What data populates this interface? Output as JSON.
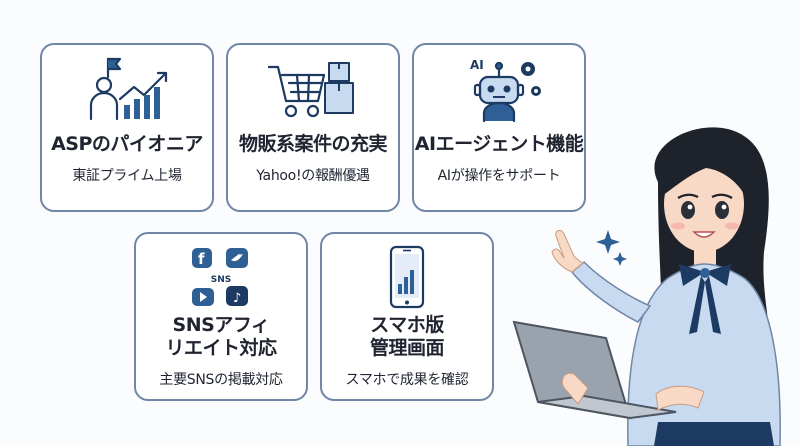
{
  "colors": {
    "border": "#6f86a6",
    "navy": "#1c3a62",
    "accent": "#2e5f95",
    "shirt": "#c8daf0",
    "laptop": "#9aa3ad"
  },
  "cards": [
    {
      "title": "ASPのパイオニア",
      "sub": "東証プライム上場",
      "icon": "growth-chart-icon"
    },
    {
      "title": "物販系案件の充実",
      "sub": "Yahoo!の報酬優遇",
      "icon": "shopping-cart-icon"
    },
    {
      "title": "AIエージェント機能",
      "sub": "AIが操作をサポート",
      "icon": "robot-icon",
      "icon_text": "AI"
    },
    {
      "title_lines": [
        "SNSアフィ",
        "リエイト対応"
      ],
      "sub": "主要SNSの掲載対応",
      "icon": "sns-icons",
      "icon_text": "SNS"
    },
    {
      "title_lines": [
        "スマホ版",
        "管理画面"
      ],
      "sub": "スマホで成果を確認",
      "icon": "smartphone-chart-icon"
    }
  ]
}
